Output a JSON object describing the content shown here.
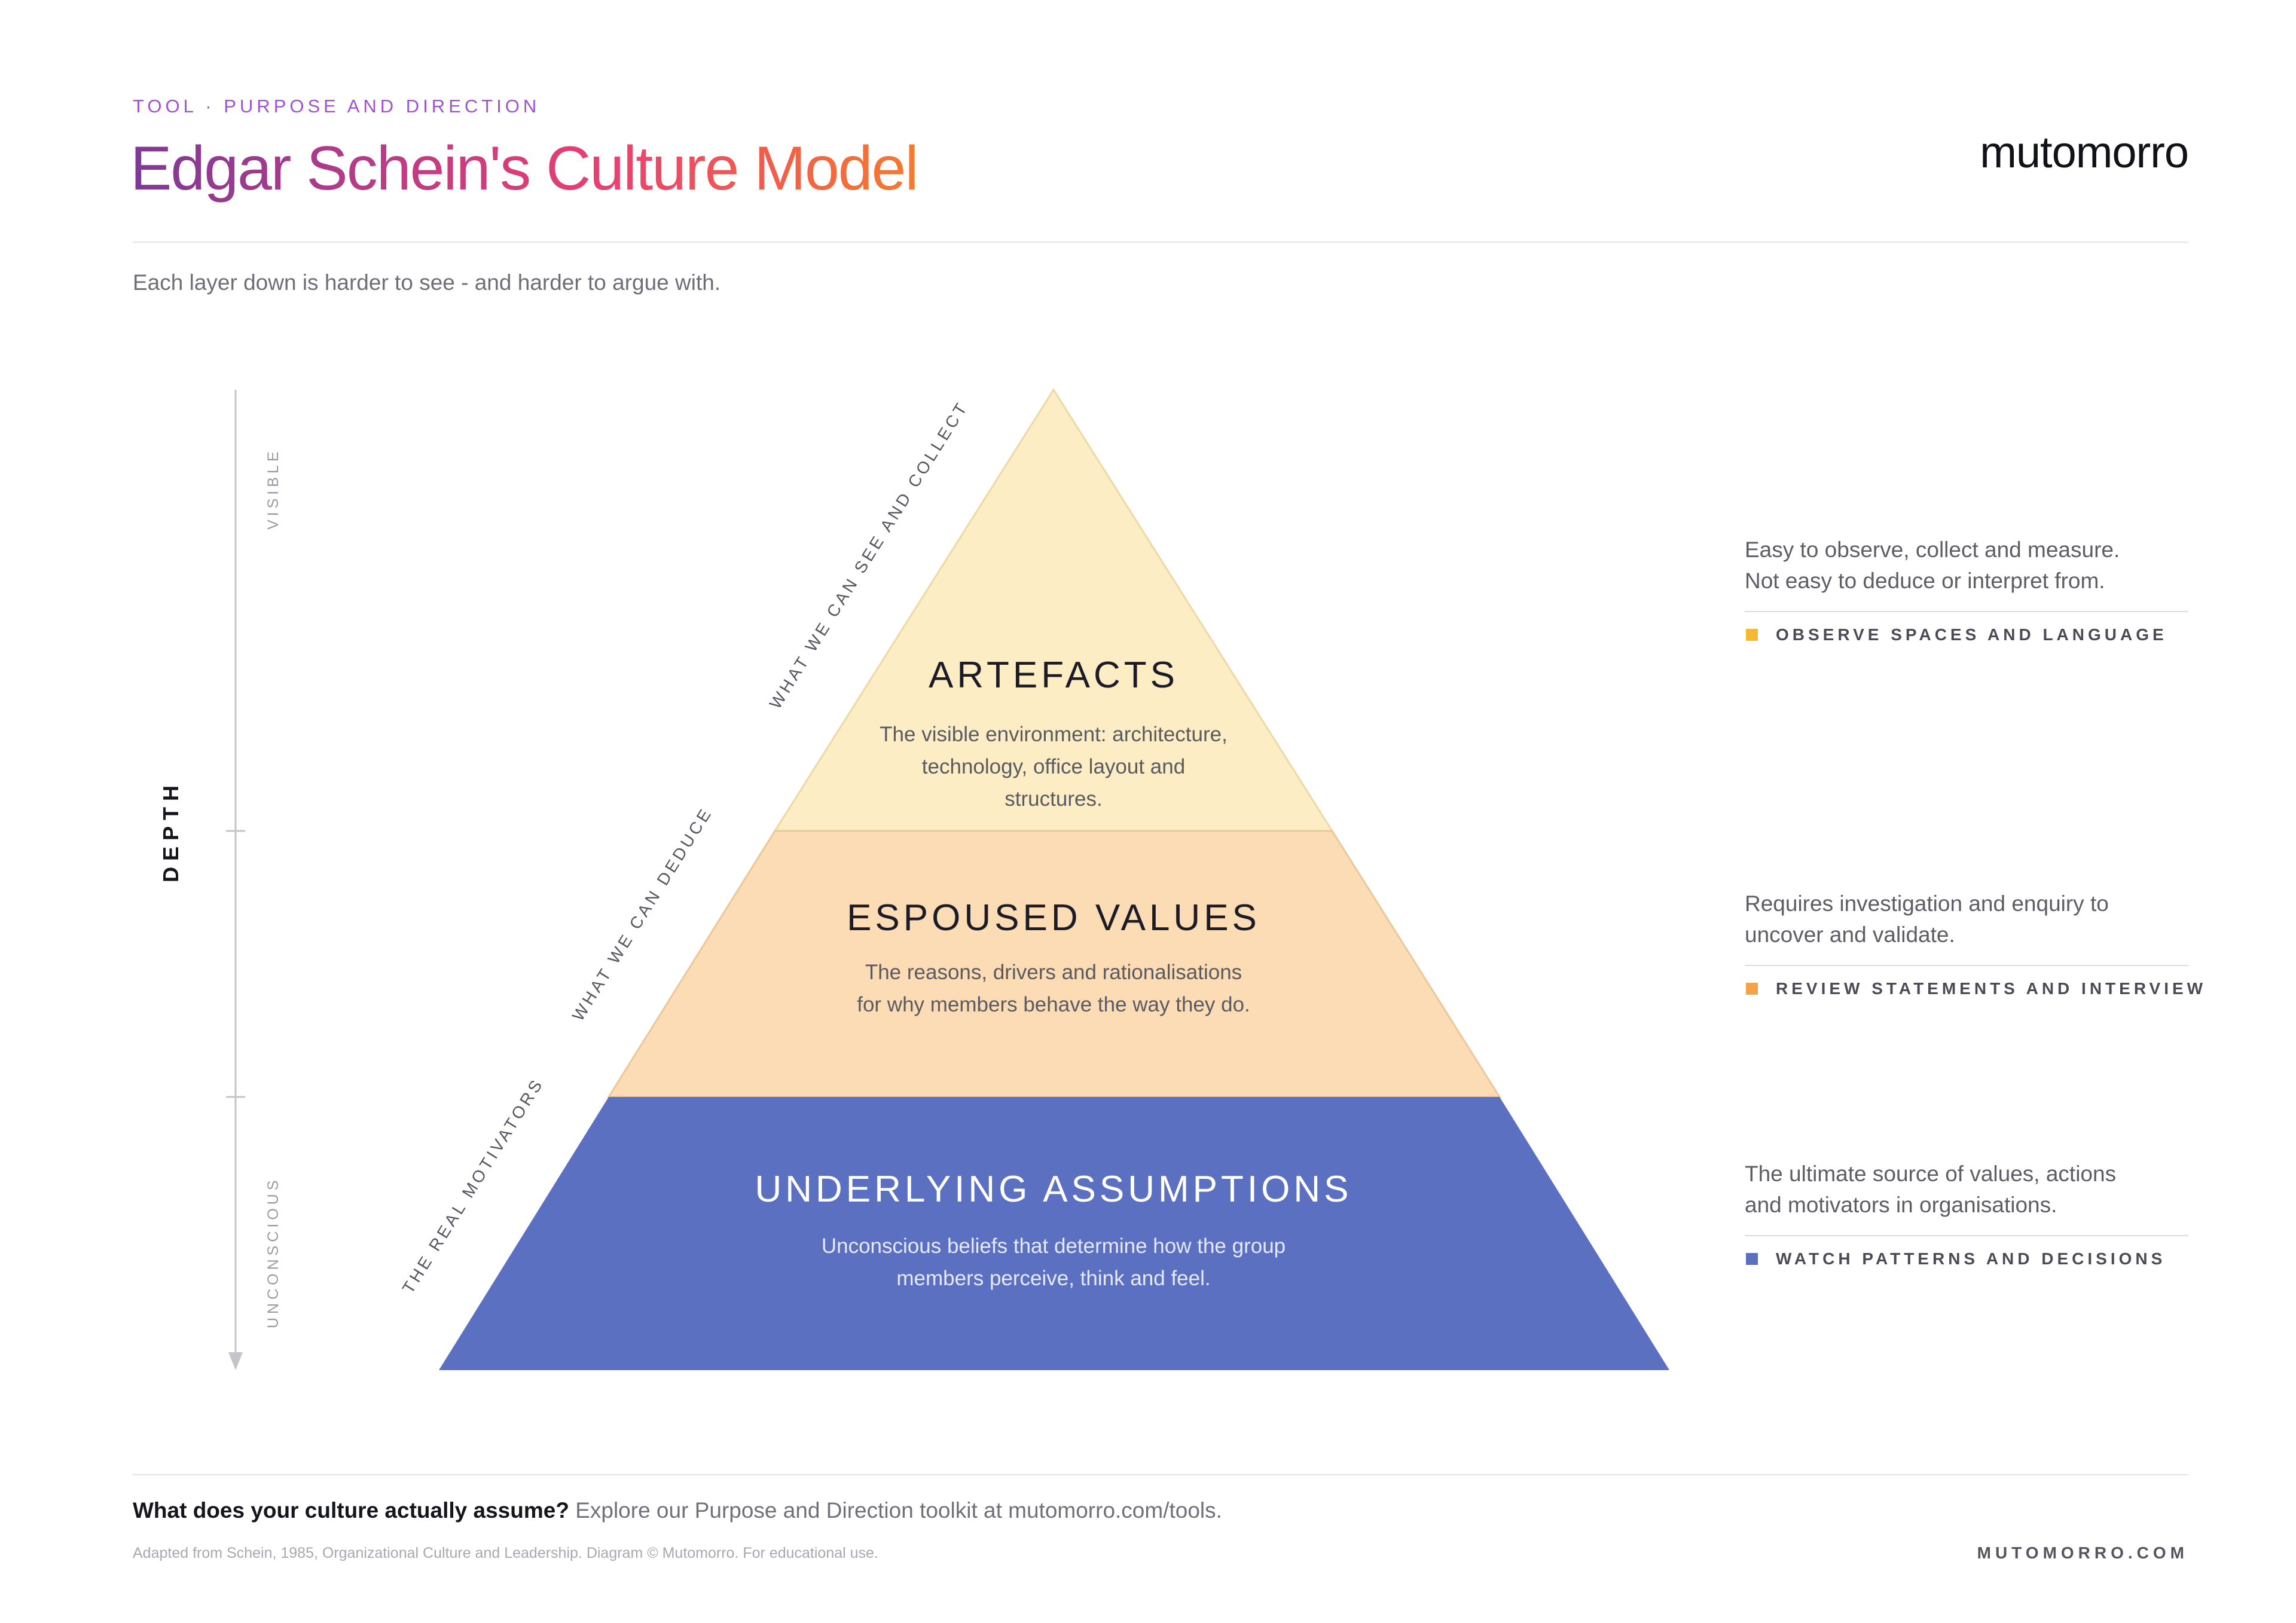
{
  "header": {
    "eyebrow": "TOOL · PURPOSE AND DIRECTION",
    "title": "Edgar Schein's Culture Model",
    "brand": "mutomorro"
  },
  "subtitle": "Each layer down is harder to see - and harder to argue with.",
  "depth_axis": {
    "label": "DEPTH",
    "top_label": "VISIBLE",
    "bottom_label": "UNCONSCIOUS"
  },
  "layers": [
    {
      "title": "ARTEFACTS",
      "description_lines": [
        "The visible environment: architecture,",
        "technology, office layout and",
        "structures."
      ],
      "diagonal_label": "WHAT WE CAN SEE AND COLLECT",
      "fill_color": "#fdedc4",
      "side_lines": [
        "Easy to observe, collect and measure.",
        "Not easy to deduce or interpret from."
      ],
      "method": "OBSERVE SPACES AND LANGUAGE",
      "method_color": "#f5b82e"
    },
    {
      "title": "ESPOUSED VALUES",
      "description_lines": [
        "The reasons, drivers and rationalisations",
        "for why members behave the way they do."
      ],
      "diagonal_label": "WHAT WE CAN DEDUCE",
      "fill_color": "#fcdcb4",
      "side_lines": [
        "Requires investigation and enquiry to",
        "uncover and validate."
      ],
      "method": "REVIEW STATEMENTS AND INTERVIEW",
      "method_color": "#f5a347"
    },
    {
      "title": "UNDERLYING ASSUMPTIONS",
      "description_lines": [
        "Unconscious beliefs that determine how the group",
        "members perceive, think and feel."
      ],
      "diagonal_label": "THE REAL MOTIVATORS",
      "fill_color": "#5c70c2",
      "side_lines": [
        "The ultimate source of values, actions",
        "and motivators in organisations."
      ],
      "method": "WATCH PATTERNS AND DECISIONS",
      "method_color": "#5c70c2"
    }
  ],
  "footer": {
    "question": "What does your culture actually assume?",
    "cta": " Explore our Purpose and Direction toolkit at mutomorro.com/tools.",
    "credit": "Adapted from Schein, 1985, Organizational Culture and Leadership. Diagram © Mutomorro. For educational use.",
    "site": "MUTOMORRO.COM"
  }
}
